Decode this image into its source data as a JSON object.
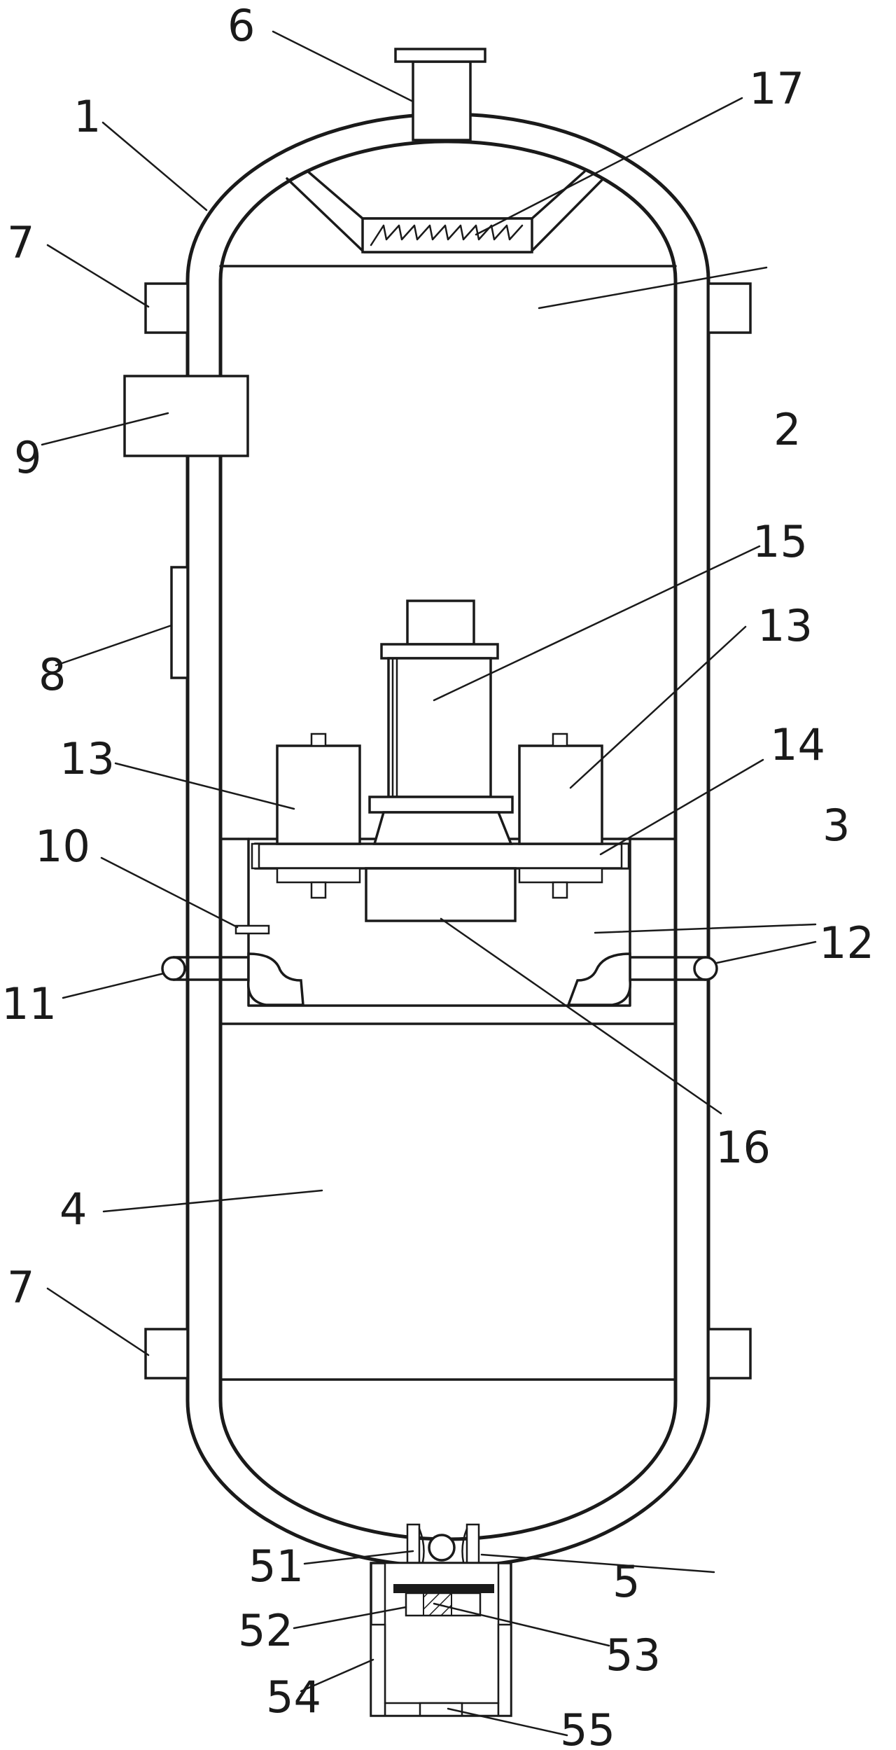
{
  "colors": {
    "ink": "#1a1a1a",
    "paper": "#ffffff"
  },
  "labels": {
    "l1": "1",
    "l2": "2",
    "l3": "3",
    "l4": "4",
    "l5": "5",
    "l6": "6",
    "l7_top": "7",
    "l7_bottom": "7",
    "l8": "8",
    "l9": "9",
    "l10": "10",
    "l11": "11",
    "l12": "12",
    "l13_left": "13",
    "l13_right": "13",
    "l14": "14",
    "l15": "15",
    "l16": "16",
    "l17": "17",
    "l51": "51",
    "l52": "52",
    "l53": "53",
    "l54": "54",
    "l55": "55"
  }
}
